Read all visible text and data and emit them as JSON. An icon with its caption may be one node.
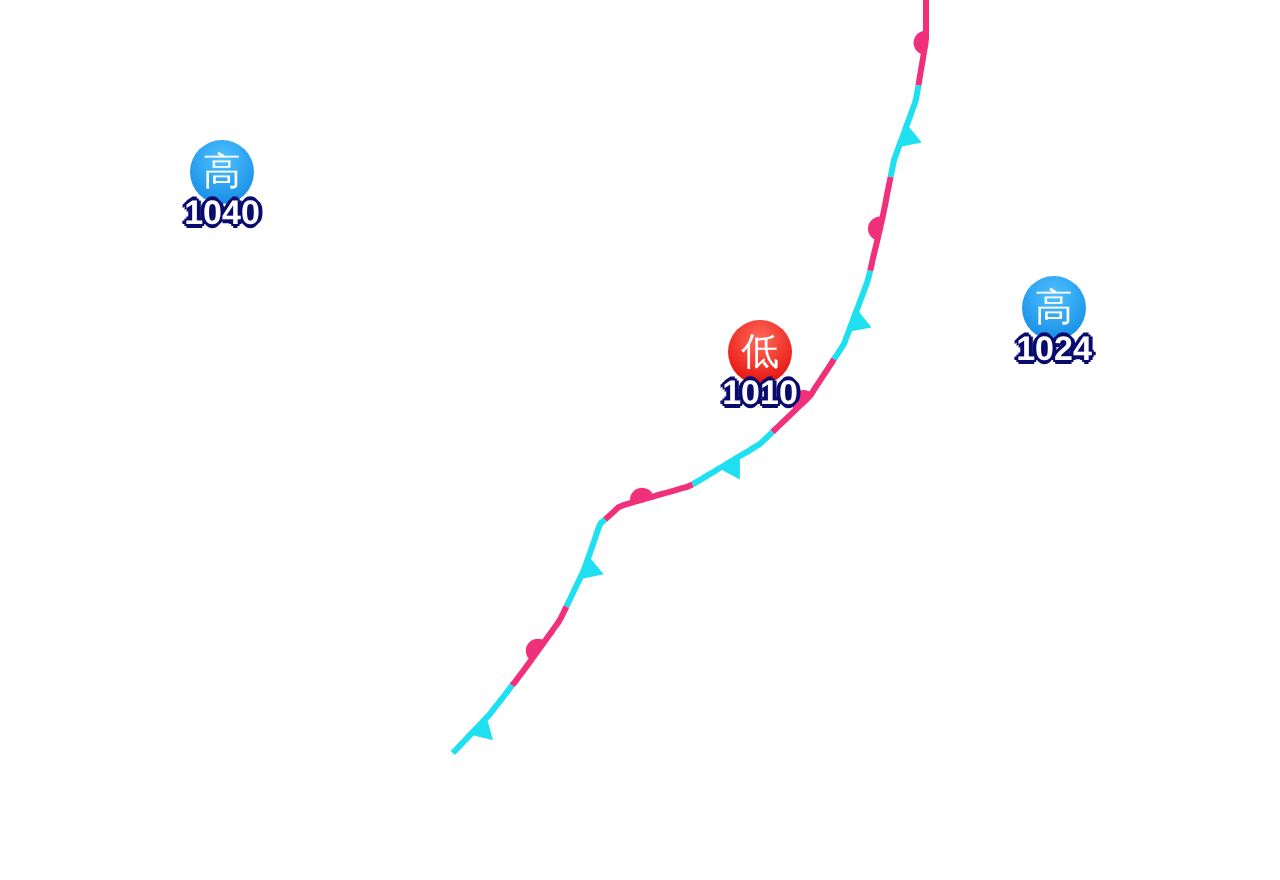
{
  "diagram": {
    "nodes": [
      {
        "text": [
          "高"
        ],
        "beside": [
          "1040"
        ]
      },
      {
        "text": [
          "低"
        ],
        "beside": [
          "1010"
        ]
      },
      {
        "text": [
          "高"
        ],
        "beside": [
          "1024"
        ]
      }
    ]
  }
}
